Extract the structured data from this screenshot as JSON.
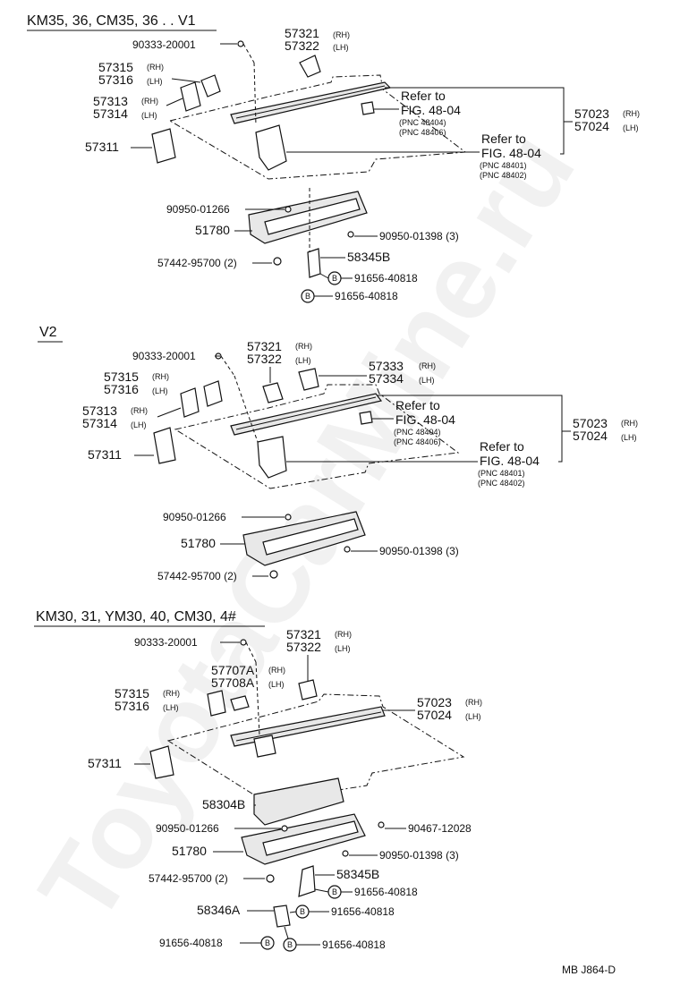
{
  "watermark": "ToyotaCarMine.ru",
  "footer": "MB  J864-D",
  "common": {
    "refer_to": "Refer to",
    "fig": "FIG. 48-04",
    "pnc_48404": "(PNC 48404)",
    "pnc_48406": "(PNC 48406)",
    "pnc_48401": "(PNC 48401)",
    "pnc_48402": "(PNC 48402)",
    "rh": "(RH)",
    "lh": "(LH)",
    "b": "B"
  },
  "section1": {
    "heading": "KM35, 36, CM35, 36 . . V1",
    "p_90333": "90333-20001",
    "p_57321": "57321",
    "p_57322": "57322",
    "p_57315": "57315",
    "p_57316": "57316",
    "p_57313": "57313",
    "p_57314": "57314",
    "p_57311": "57311",
    "p_57023": "57023",
    "p_57024": "57024",
    "p_90950a": "90950-01266",
    "p_51780": "51780",
    "p_90950b": "90950-01398 (3)",
    "p_57442": "57442-95700 (2)",
    "p_58345b": "58345B",
    "p_91656a": "91656-40818",
    "p_91656b": "91656-40818"
  },
  "section2": {
    "heading": "V2",
    "p_90333": "90333-20001",
    "p_57321": "57321",
    "p_57322": "57322",
    "p_57333": "57333",
    "p_57334": "57334",
    "p_57315": "57315",
    "p_57316": "57316",
    "p_57313": "57313",
    "p_57314": "57314",
    "p_57311": "57311",
    "p_57023": "57023",
    "p_57024": "57024",
    "p_90950a": "90950-01266",
    "p_51780": "51780",
    "p_90950b": "90950-01398 (3)",
    "p_57442": "57442-95700 (2)"
  },
  "section3": {
    "heading": "KM30, 31, YM30, 40, CM30, 4#",
    "p_90333": "90333-20001",
    "p_57321": "57321",
    "p_57322": "57322",
    "p_57707a": "57707A",
    "p_57708a": "57708A",
    "p_57315": "57315",
    "p_57316": "57316",
    "p_57023": "57023",
    "p_57024": "57024",
    "p_57311": "57311",
    "p_58304b": "58304B",
    "p_90950a": "90950-01266",
    "p_90467": "90467-12028",
    "p_51780": "51780",
    "p_90950b": "90950-01398 (3)",
    "p_57442": "57442-95700 (2)",
    "p_58345b": "58345B",
    "p_91656a": "91656-40818",
    "p_58346a": "58346A",
    "p_91656b": "91656-40818",
    "p_91656c": "91656-40818",
    "p_91656d": "91656-40818"
  }
}
